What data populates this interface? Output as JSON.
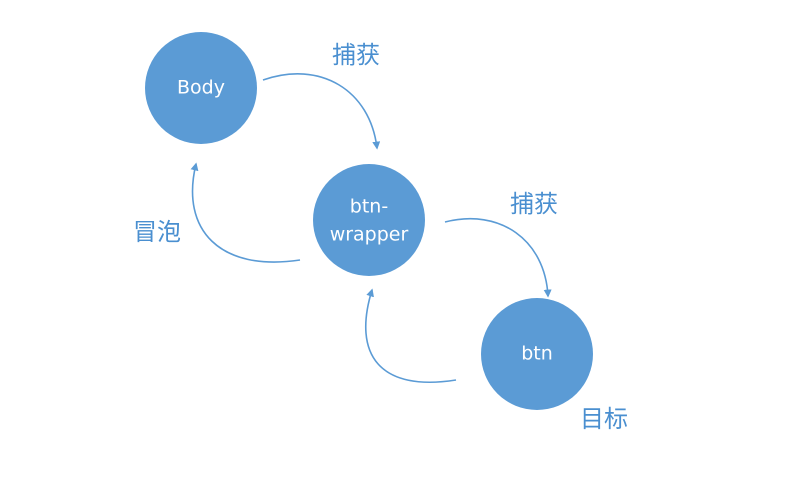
{
  "colors": {
    "node_fill": "#5b9bd5",
    "node_text": "#ffffff",
    "arrow": "#5b9bd5",
    "label_text": "#4a8fd0"
  },
  "nodes": {
    "body": {
      "label": "Body"
    },
    "btn_wrapper": {
      "line1": "btn-",
      "line2": "wrapper"
    },
    "btn": {
      "label": "btn"
    }
  },
  "labels": {
    "capture_1": "捕获",
    "capture_2": "捕获",
    "bubble": "冒泡",
    "target": "目标"
  }
}
